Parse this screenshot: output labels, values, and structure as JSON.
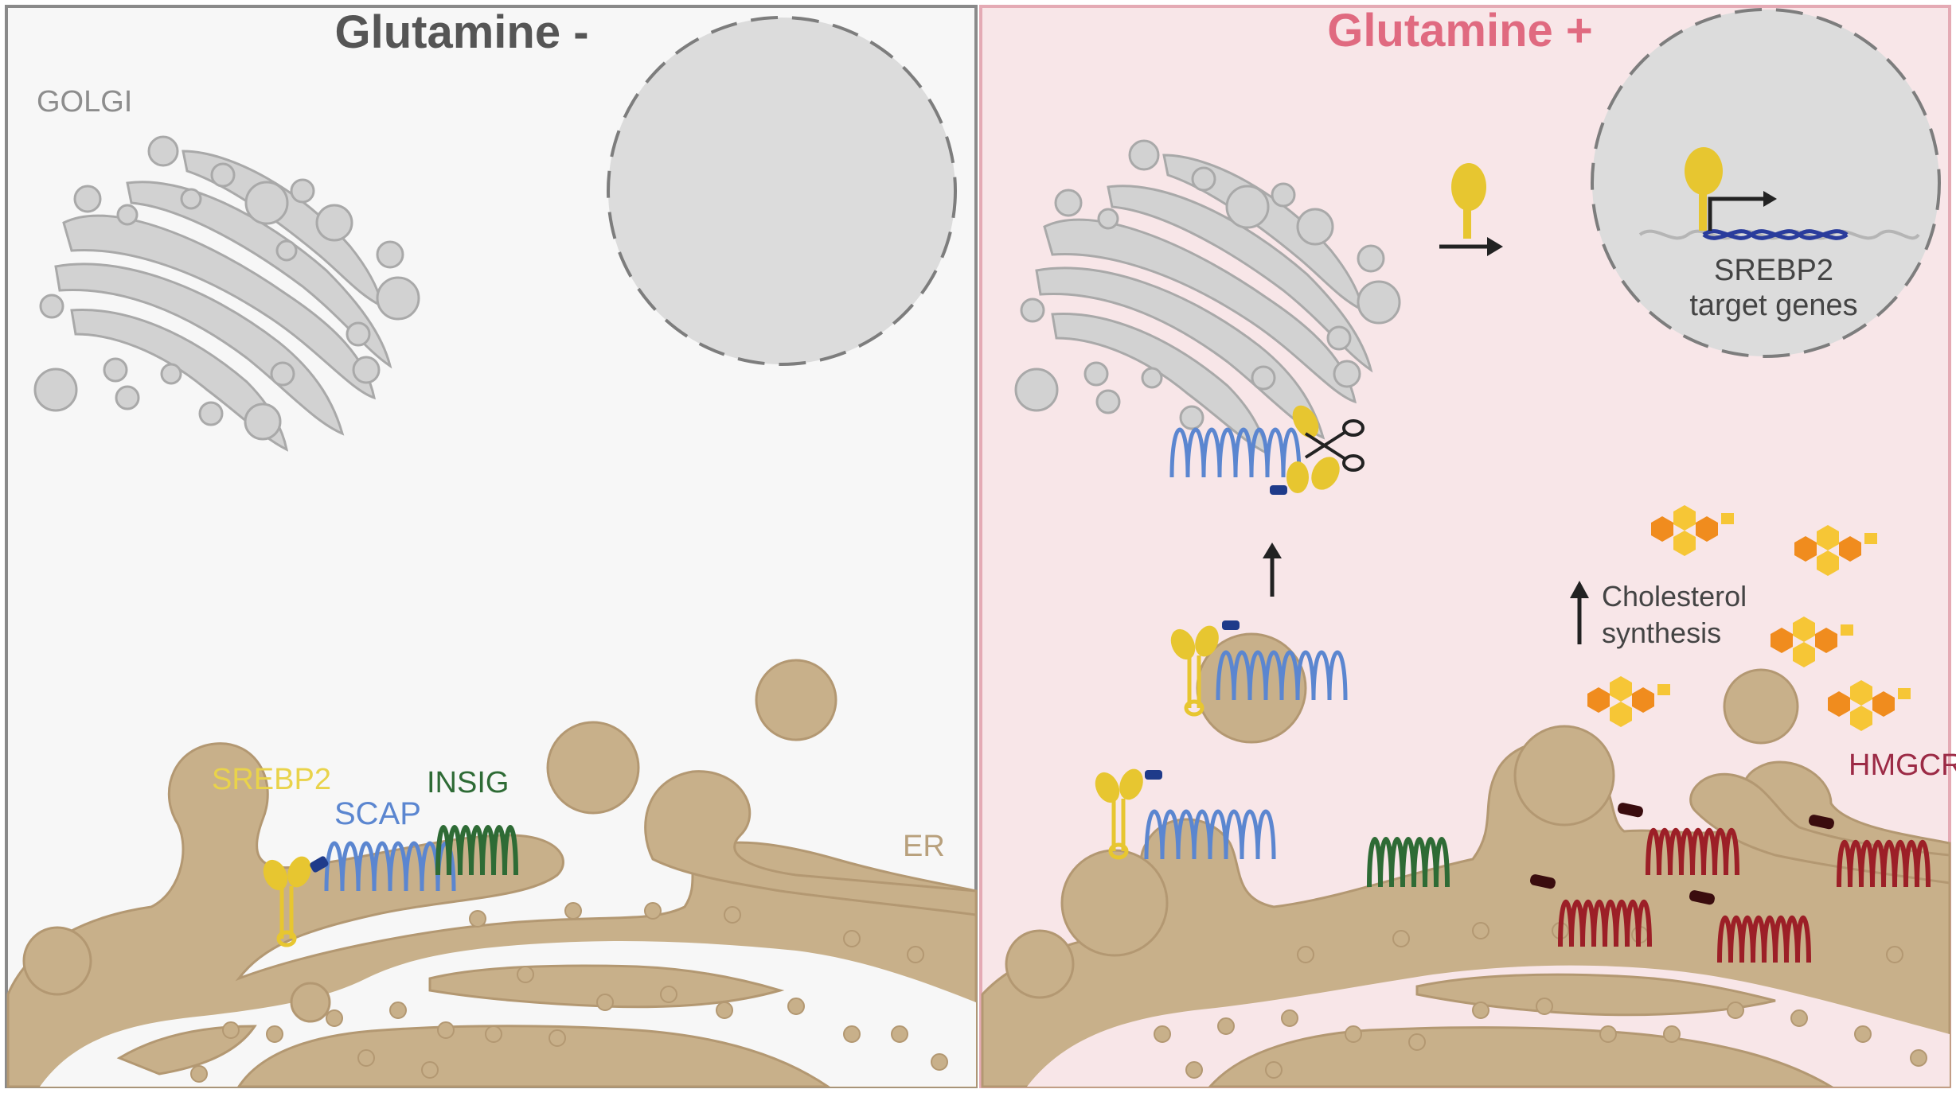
{
  "panels": {
    "left": {
      "title": "Glutamine -",
      "title_color": "#555555",
      "background": "#f7f7f7",
      "border_color": "#8a8a8a",
      "labels": {
        "golgi": "GOLGI",
        "srebp2": "SREBP2",
        "scap": "SCAP",
        "insig": "INSIG",
        "er": "ER"
      }
    },
    "right": {
      "title": "Glutamine +",
      "title_color": "#e06a80",
      "background": "#f8e6e8",
      "border_color": "#e4aab4",
      "labels": {
        "nucleus_line1": "SREBP2",
        "nucleus_line2": "target genes",
        "cholesterol_line1": "Cholesterol",
        "cholesterol_line2": "synthesis",
        "hmgcr": "HMGCR"
      }
    }
  },
  "colors": {
    "er": "#c8b08a",
    "er_stroke": "#b39872",
    "golgi": "#d2d2d2",
    "golgi_stroke": "#a9a9a9",
    "nucleus": "#dcdcdc",
    "srebp2": "#e7c630",
    "srebp2_label": "#e9d34a",
    "scap": "#5b86d0",
    "scap_label": "#5b86d0",
    "insig": "#2e6b35",
    "insig_label": "#2e6b35",
    "er_label": "#b8a07c",
    "hmgcr": "#9c1f27",
    "hmgcr_label": "#9c2a45",
    "cholesterol_dark": "#f08c1e",
    "cholesterol_light": "#f6c636",
    "arrow": "#222222",
    "dna": "#2a3c9c"
  }
}
